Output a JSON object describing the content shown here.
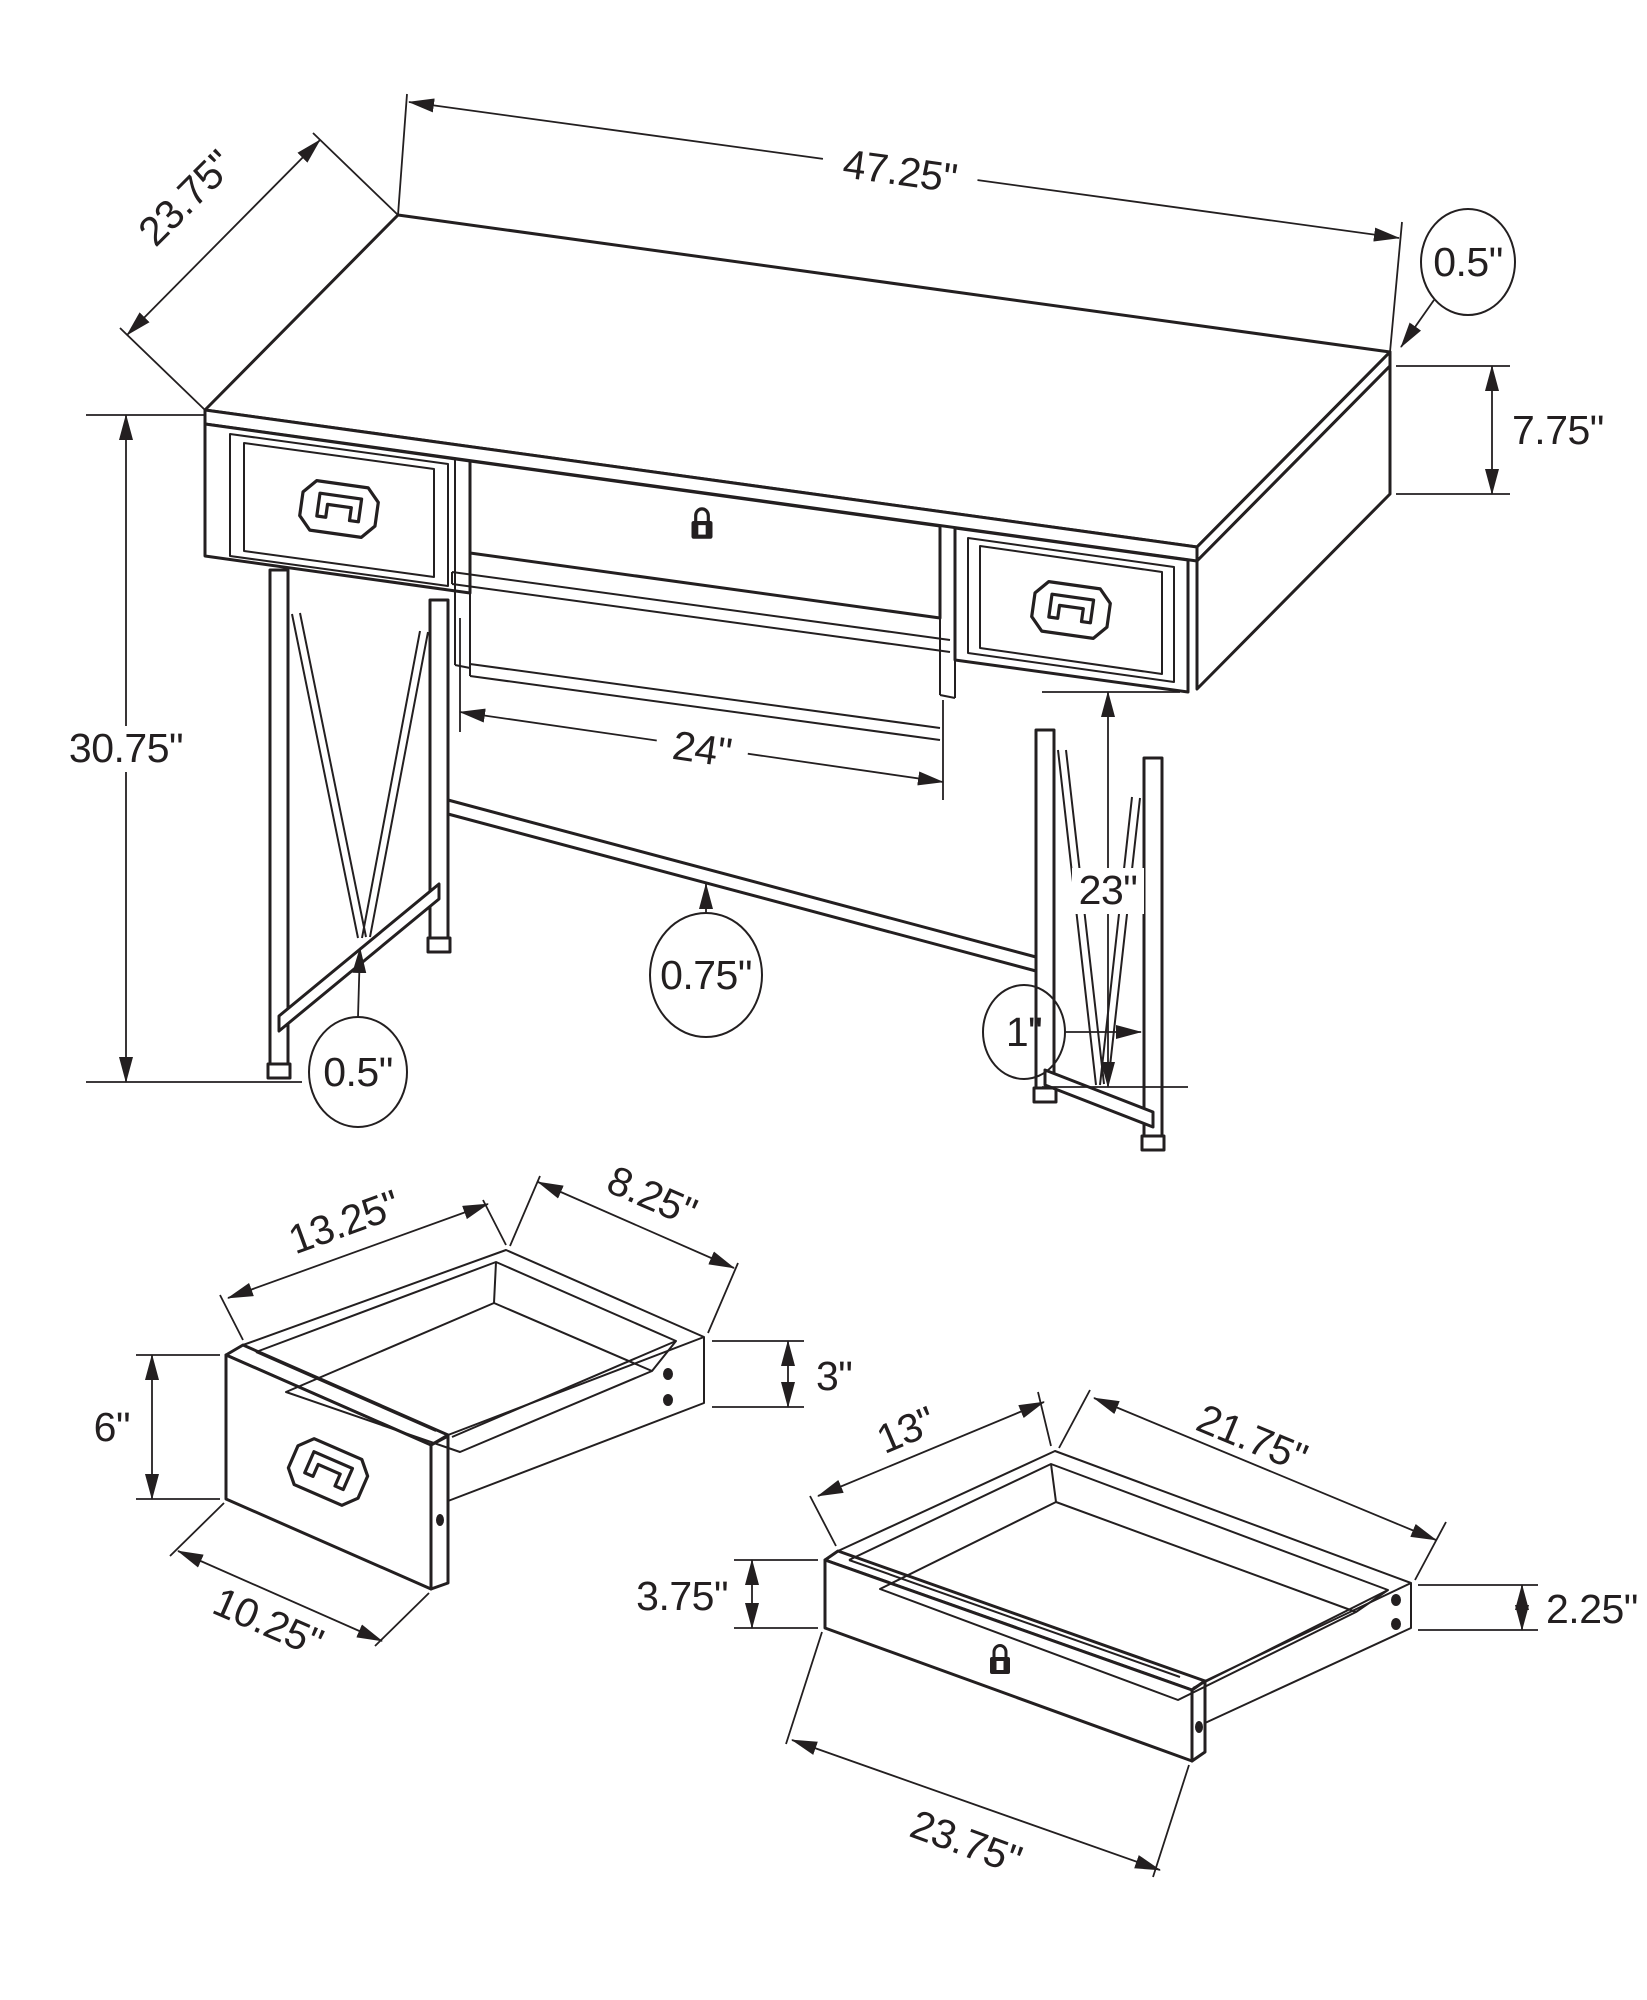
{
  "figure": {
    "type": "furniture dimension line drawing",
    "views": [
      "desk overall",
      "small side drawer",
      "wide center drawer"
    ]
  },
  "desk": {
    "dims": {
      "depth": "23.75\"",
      "width": "47.25\"",
      "top_thickness": "0.5\"",
      "apron_height": "7.75\"",
      "total_height": "30.75\"",
      "knee_clearance_width": "24\"",
      "leg_clearance_height": "23\"",
      "stretcher_thickness": "0.75\"",
      "v_rod_thickness": "0.5\"",
      "leg_post_thickness": "1\""
    }
  },
  "small_drawer": {
    "dims": {
      "inner_depth": "13.25\"",
      "inner_width": "8.25\"",
      "front_height": "6\"",
      "side_height": "3\"",
      "front_width": "10.25\""
    }
  },
  "large_drawer": {
    "dims": {
      "inner_depth": "13\"",
      "inner_width": "21.75\"",
      "front_height": "3.75\"",
      "side_height": "2.25\"",
      "front_width": "23.75\""
    }
  },
  "style": {
    "line_color": "#231f20",
    "background": "#ffffff"
  }
}
